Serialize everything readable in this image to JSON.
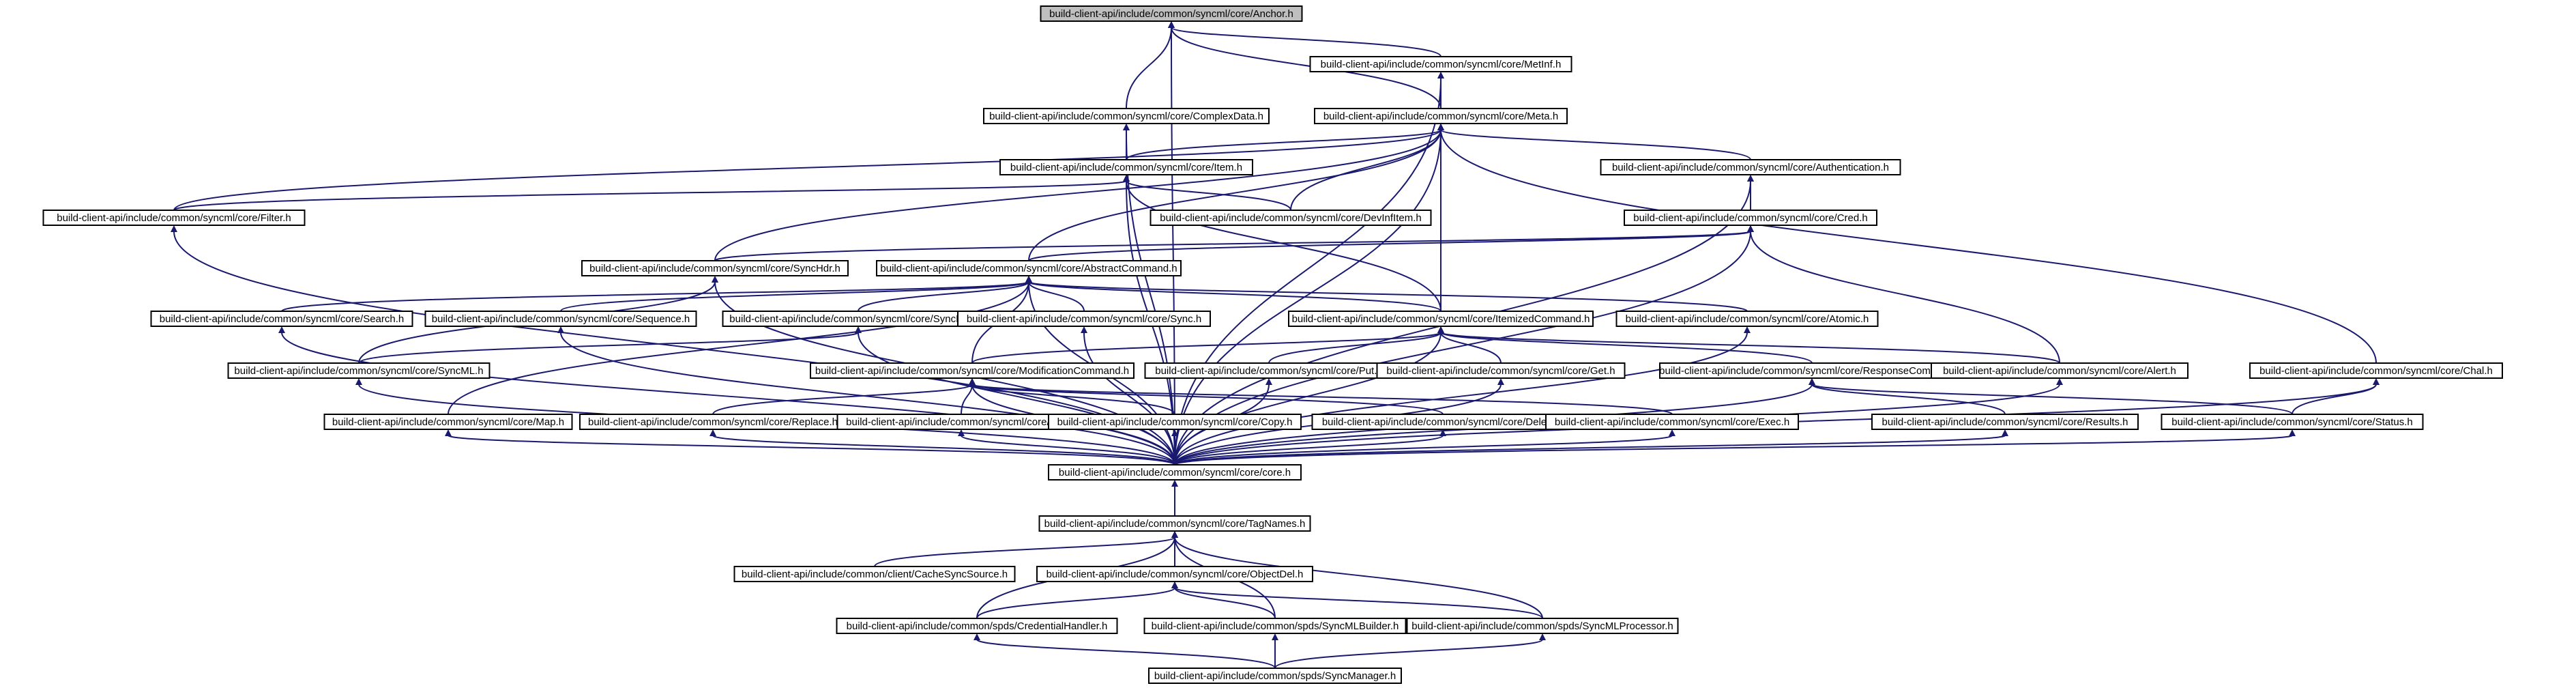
{
  "graph": {
    "root": "anchor",
    "nodes": {
      "anchor": "build-client-api/include/common/syncml/core/Anchor.h",
      "metinf": "build-client-api/include/common/syncml/core/MetInf.h",
      "complexdata": "build-client-api/include/common/syncml/core/ComplexData.h",
      "meta": "build-client-api/include/common/syncml/core/Meta.h",
      "item": "build-client-api/include/common/syncml/core/Item.h",
      "authentication": "build-client-api/include/common/syncml/core/Authentication.h",
      "filter": "build-client-api/include/common/syncml/core/Filter.h",
      "devinfitem": "build-client-api/include/common/syncml/core/DevInfItem.h",
      "cred": "build-client-api/include/common/syncml/core/Cred.h",
      "synchdr": "build-client-api/include/common/syncml/core/SyncHdr.h",
      "abstractcommand": "build-client-api/include/common/syncml/core/AbstractCommand.h",
      "search": "build-client-api/include/common/syncml/core/Search.h",
      "sequence": "build-client-api/include/common/syncml/core/Sequence.h",
      "syncbody": "build-client-api/include/common/syncml/core/SyncBody.h",
      "sync": "build-client-api/include/common/syncml/core/Sync.h",
      "itemizedcommand": "build-client-api/include/common/syncml/core/ItemizedCommand.h",
      "atomic": "build-client-api/include/common/syncml/core/Atomic.h",
      "syncml": "build-client-api/include/common/syncml/core/SyncML.h",
      "modificationcommand": "build-client-api/include/common/syncml/core/ModificationCommand.h",
      "put": "build-client-api/include/common/syncml/core/Put.h",
      "get": "build-client-api/include/common/syncml/core/Get.h",
      "responsecommand": "build-client-api/include/common/syncml/core/ResponseCommand.h",
      "alert": "build-client-api/include/common/syncml/core/Alert.h",
      "chal": "build-client-api/include/common/syncml/core/Chal.h",
      "map": "build-client-api/include/common/syncml/core/Map.h",
      "replace": "build-client-api/include/common/syncml/core/Replace.h",
      "add": "build-client-api/include/common/syncml/core/Add.h",
      "copy": "build-client-api/include/common/syncml/core/Copy.h",
      "delete": "build-client-api/include/common/syncml/core/Delete.h",
      "exec": "build-client-api/include/common/syncml/core/Exec.h",
      "results": "build-client-api/include/common/syncml/core/Results.h",
      "status": "build-client-api/include/common/syncml/core/Status.h",
      "core": "build-client-api/include/common/syncml/core/core.h",
      "tagnames": "build-client-api/include/common/syncml/core/TagNames.h",
      "cachesyncsource": "build-client-api/include/common/client/CacheSyncSource.h",
      "objectdel": "build-client-api/include/common/syncml/core/ObjectDel.h",
      "credentialhandler": "build-client-api/include/common/spds/CredentialHandler.h",
      "syncmlbuilder": "build-client-api/include/common/spds/SyncMLBuilder.h",
      "syncmlprocessor": "build-client-api/include/common/spds/SyncMLProcessor.h",
      "syncmanager": "build-client-api/include/common/spds/SyncManager.h"
    },
    "edges": [
      [
        "anchor",
        "metinf"
      ],
      [
        "anchor",
        "complexdata"
      ],
      [
        "anchor",
        "meta"
      ],
      [
        "anchor",
        "core"
      ],
      [
        "metinf",
        "meta"
      ],
      [
        "metinf",
        "core"
      ],
      [
        "complexdata",
        "item"
      ],
      [
        "complexdata",
        "core"
      ],
      [
        "meta",
        "item"
      ],
      [
        "meta",
        "authentication"
      ],
      [
        "meta",
        "filter"
      ],
      [
        "meta",
        "devinfitem"
      ],
      [
        "meta",
        "synchdr"
      ],
      [
        "meta",
        "abstractcommand"
      ],
      [
        "meta",
        "itemizedcommand"
      ],
      [
        "meta",
        "chal"
      ],
      [
        "meta",
        "core"
      ],
      [
        "item",
        "filter"
      ],
      [
        "item",
        "devinfitem"
      ],
      [
        "item",
        "itemizedcommand"
      ],
      [
        "item",
        "core"
      ],
      [
        "authentication",
        "cred"
      ],
      [
        "authentication",
        "core"
      ],
      [
        "filter",
        "core"
      ],
      [
        "cred",
        "synchdr"
      ],
      [
        "cred",
        "abstractcommand"
      ],
      [
        "cred",
        "alert"
      ],
      [
        "cred",
        "core"
      ],
      [
        "synchdr",
        "syncml"
      ],
      [
        "synchdr",
        "core"
      ],
      [
        "abstractcommand",
        "search"
      ],
      [
        "abstractcommand",
        "sequence"
      ],
      [
        "abstractcommand",
        "syncbody"
      ],
      [
        "abstractcommand",
        "sync"
      ],
      [
        "abstractcommand",
        "itemizedcommand"
      ],
      [
        "abstractcommand",
        "atomic"
      ],
      [
        "abstractcommand",
        "modificationcommand"
      ],
      [
        "abstractcommand",
        "map"
      ],
      [
        "abstractcommand",
        "core"
      ],
      [
        "search",
        "core"
      ],
      [
        "sequence",
        "core"
      ],
      [
        "syncbody",
        "syncml"
      ],
      [
        "syncbody",
        "core"
      ],
      [
        "sync",
        "core"
      ],
      [
        "itemizedcommand",
        "modificationcommand"
      ],
      [
        "itemizedcommand",
        "put"
      ],
      [
        "itemizedcommand",
        "get"
      ],
      [
        "itemizedcommand",
        "responsecommand"
      ],
      [
        "itemizedcommand",
        "alert"
      ],
      [
        "itemizedcommand",
        "core"
      ],
      [
        "atomic",
        "core"
      ],
      [
        "syncml",
        "core"
      ],
      [
        "modificationcommand",
        "replace"
      ],
      [
        "modificationcommand",
        "add"
      ],
      [
        "modificationcommand",
        "copy"
      ],
      [
        "modificationcommand",
        "delete"
      ],
      [
        "modificationcommand",
        "exec"
      ],
      [
        "modificationcommand",
        "core"
      ],
      [
        "put",
        "core"
      ],
      [
        "get",
        "core"
      ],
      [
        "responsecommand",
        "results"
      ],
      [
        "responsecommand",
        "status"
      ],
      [
        "responsecommand",
        "core"
      ],
      [
        "alert",
        "core"
      ],
      [
        "chal",
        "status"
      ],
      [
        "chal",
        "core"
      ],
      [
        "map",
        "core"
      ],
      [
        "replace",
        "core"
      ],
      [
        "add",
        "core"
      ],
      [
        "copy",
        "core"
      ],
      [
        "delete",
        "core"
      ],
      [
        "exec",
        "core"
      ],
      [
        "results",
        "core"
      ],
      [
        "status",
        "core"
      ],
      [
        "core",
        "tagnames"
      ],
      [
        "tagnames",
        "cachesyncsource"
      ],
      [
        "tagnames",
        "objectdel"
      ],
      [
        "tagnames",
        "credentialhandler"
      ],
      [
        "tagnames",
        "syncmlbuilder"
      ],
      [
        "tagnames",
        "syncmlprocessor"
      ],
      [
        "objectdel",
        "credentialhandler"
      ],
      [
        "objectdel",
        "syncmlbuilder"
      ],
      [
        "objectdel",
        "syncmlprocessor"
      ],
      [
        "credentialhandler",
        "syncmanager"
      ],
      [
        "syncmlbuilder",
        "syncmanager"
      ],
      [
        "syncmlprocessor",
        "syncmanager"
      ]
    ]
  }
}
